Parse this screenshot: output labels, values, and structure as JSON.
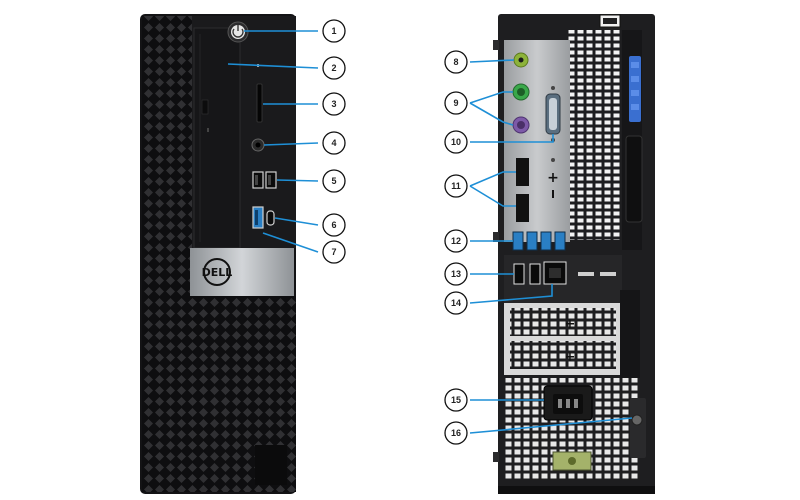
{
  "brand": {
    "logo_text": "DELL"
  },
  "callouts": [
    {
      "number": "1",
      "part": "power-button"
    },
    {
      "number": "2",
      "part": "optical-drive"
    },
    {
      "number": "3",
      "part": "sd-card-reader"
    },
    {
      "number": "4",
      "part": "headset-jack"
    },
    {
      "number": "5",
      "part": "usb-2-ports-front"
    },
    {
      "number": "6",
      "part": "usb-type-c-port"
    },
    {
      "number": "7",
      "part": "usb-3-port-front"
    },
    {
      "number": "8",
      "part": "line-out-port"
    },
    {
      "number": "9",
      "part": "ps2-ports"
    },
    {
      "number": "10",
      "part": "serial-port"
    },
    {
      "number": "11",
      "part": "displayport-ports"
    },
    {
      "number": "12",
      "part": "usb-3-ports-rear"
    },
    {
      "number": "13",
      "part": "usb-2-ports-rear"
    },
    {
      "number": "14",
      "part": "network-port"
    },
    {
      "number": "15",
      "part": "power-connector"
    },
    {
      "number": "16",
      "part": "power-supply-diagnostic-button"
    }
  ],
  "colors": {
    "chassis": "#1b1b1d",
    "mesh": "#2c2c2e",
    "panel_silver": "#b9bcbf",
    "usb3_blue": "#2a7fc4",
    "callout_line": "#1e8fd6",
    "ps2_green": "#3aa84a",
    "ps2_purple": "#7d5aa8",
    "audio_green": "#8db33a",
    "handle_blue": "#3a6fd0"
  }
}
